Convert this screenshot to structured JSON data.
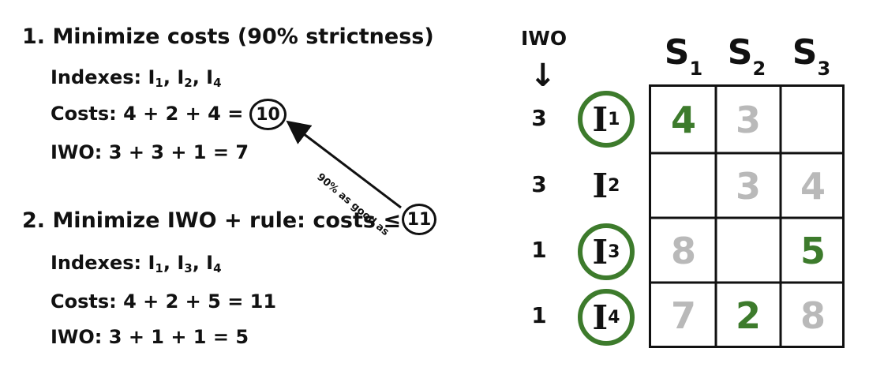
{
  "left": {
    "step1": {
      "title": "1. Minimize costs (90% strictness)",
      "indexes_label": "Indexes: ",
      "indexes": [
        "1",
        "2",
        "4"
      ],
      "costs": "Costs: 4 + 2 + 4 = ",
      "costs_result": "10",
      "iwo": "IWO: 3 + 3 + 1 = 7"
    },
    "arrow_label": "90% as good as",
    "step2": {
      "title": "2. Minimize IWO + rule: costs ≤",
      "title_limit": "11",
      "indexes_label": "Indexes: ",
      "indexes": [
        "1",
        "3",
        "4"
      ],
      "costs": "Costs: 4 + 2 + 5 = 11",
      "iwo": "IWO: 3 + 1 + 1 = 5"
    }
  },
  "right": {
    "iwo_header": "IWO",
    "down_arrow": "↓",
    "index_letter": "I",
    "scenario_letter": "S",
    "columns": [
      "1",
      "2",
      "3"
    ],
    "rows": [
      {
        "iwo": "3",
        "index": "1",
        "selected": true,
        "cells": [
          {
            "v": "4",
            "c": "green"
          },
          {
            "v": "3",
            "c": "gray"
          },
          {
            "v": "",
            "c": ""
          }
        ]
      },
      {
        "iwo": "3",
        "index": "2",
        "selected": false,
        "cells": [
          {
            "v": "",
            "c": ""
          },
          {
            "v": "3",
            "c": "gray"
          },
          {
            "v": "4",
            "c": "gray"
          }
        ]
      },
      {
        "iwo": "1",
        "index": "3",
        "selected": true,
        "cells": [
          {
            "v": "8",
            "c": "gray"
          },
          {
            "v": "",
            "c": ""
          },
          {
            "v": "5",
            "c": "green"
          }
        ]
      },
      {
        "iwo": "1",
        "index": "4",
        "selected": true,
        "cells": [
          {
            "v": "7",
            "c": "gray"
          },
          {
            "v": "2",
            "c": "green"
          },
          {
            "v": "8",
            "c": "gray"
          }
        ]
      }
    ],
    "colors": {
      "selected": "#3d7b2c",
      "unselected": "#b9b9b9"
    }
  }
}
